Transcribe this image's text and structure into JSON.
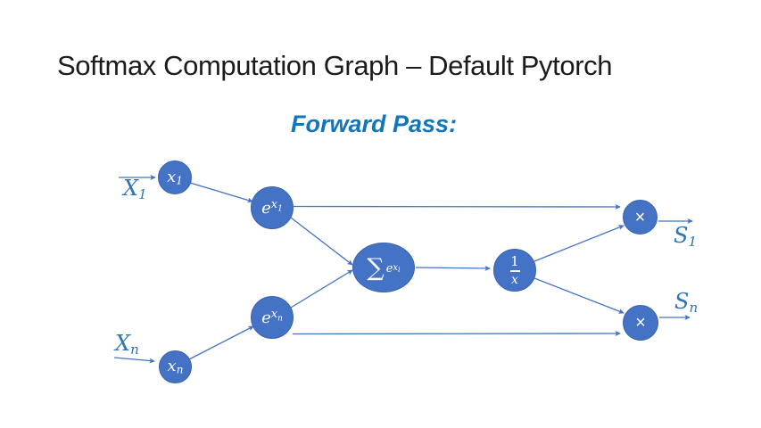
{
  "slide": {
    "title": "Softmax Computation Graph – Default Pytorch",
    "subtitle": "Forward Pass:"
  },
  "colors": {
    "node_fill": "#4472c4",
    "node_border": "#3a62ae",
    "edge": "#4472c4",
    "label_blue": "#2e75b6",
    "subtitle_blue": "#1176bc",
    "title_color": "#1b1b1b",
    "bg": "#ffffff"
  },
  "graph": {
    "input_labels": [
      {
        "id": "X1",
        "base": "X",
        "sub": "1"
      },
      {
        "id": "Xn",
        "base": "X",
        "sub": "n"
      }
    ],
    "output_labels": [
      {
        "id": "S1",
        "base": "S",
        "sub": "1"
      },
      {
        "id": "Sn",
        "base": "S",
        "sub": "n"
      }
    ],
    "nodes": {
      "x1": {
        "base": "x",
        "sub": "1"
      },
      "xn": {
        "base": "x",
        "sub": "n"
      },
      "ex1": {
        "base": "e",
        "sup": "x",
        "supsub": "1"
      },
      "exn": {
        "base": "e",
        "sup": "x",
        "supsub": "n"
      },
      "sum": {
        "sigma": "∑",
        "base": "e",
        "sup": "x",
        "supsub": "i"
      },
      "inv": {
        "numerator": "1",
        "denominator": "x"
      },
      "mul1": {
        "symbol": "×"
      },
      "muln": {
        "symbol": "×"
      }
    }
  }
}
